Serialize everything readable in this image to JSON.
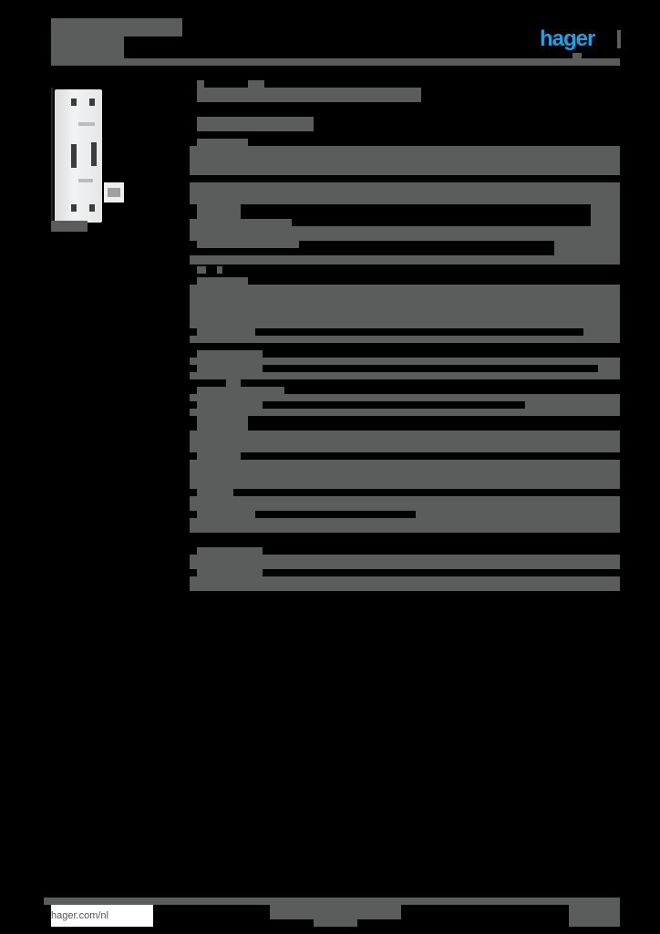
{
  "header": {
    "brand": "hager",
    "brand_color": "#1aa3e8",
    "product_title": "[redacted]",
    "product_subtitle": "[redacted]"
  },
  "product_image": {
    "alt": "product-photo-enclosure",
    "caption": "[redacted]"
  },
  "main": {
    "heading": "[redacted]",
    "subheading": "[redacted]",
    "sections": [
      {
        "label": "[redacted]",
        "rows": 6
      },
      {
        "label": "[redacted]",
        "rows": 3
      },
      {
        "label": "[redacted]",
        "rows": 1
      },
      {
        "label": "[redacted]",
        "rows": 5
      },
      {
        "label": "[redacted]",
        "rows": 2
      }
    ]
  },
  "footer": {
    "website": "hager.com/nl",
    "center_text": "[redacted]",
    "page": "[redacted]"
  },
  "colors": {
    "background": "#000000",
    "redaction": "#5b5c5c",
    "brand": "#1aa3e8"
  }
}
